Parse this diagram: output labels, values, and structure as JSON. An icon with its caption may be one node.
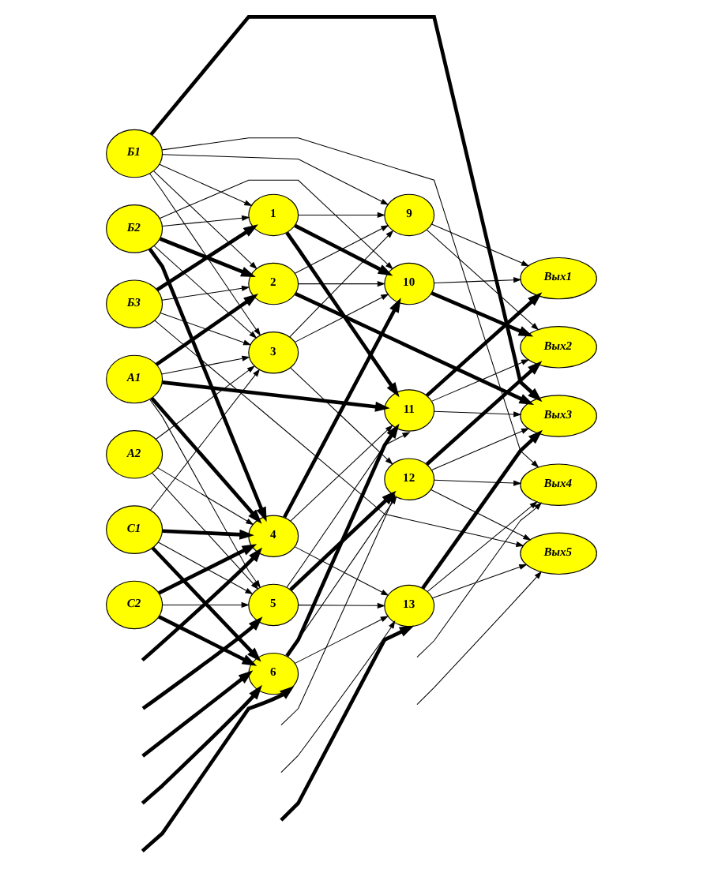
{
  "diagram": {
    "nodes": [
      {
        "text": [
          "Б1"
        ]
      },
      {
        "text": [
          "Б2"
        ]
      },
      {
        "text": [
          "Б3"
        ]
      },
      {
        "text": [
          "А1"
        ]
      },
      {
        "text": [
          "А2"
        ]
      },
      {
        "text": [
          "С1"
        ]
      },
      {
        "text": [
          "С2"
        ]
      },
      {
        "text": [
          "1"
        ]
      },
      {
        "text": [
          "2"
        ]
      },
      {
        "text": [
          "3"
        ]
      },
      {
        "text": [
          "4"
        ]
      },
      {
        "text": [
          "5"
        ]
      },
      {
        "text": [
          "6"
        ]
      },
      {
        "text": [
          "9"
        ]
      },
      {
        "text": [
          "10"
        ]
      },
      {
        "text": [
          "11"
        ]
      },
      {
        "text": [
          "12"
        ]
      },
      {
        "text": [
          "13"
        ]
      },
      {
        "text": [
          "Вых1"
        ]
      },
      {
        "text": [
          "Вых2"
        ]
      },
      {
        "text": [
          "Вых3"
        ]
      },
      {
        "text": [
          "Вых4"
        ]
      },
      {
        "text": [
          "Вых5"
        ]
      }
    ],
    "edges": [
      {
        "from": 0,
        "to": 7,
        "arrow": "to"
      },
      {
        "from": 0,
        "to": 8,
        "arrow": "to"
      },
      {
        "from": 0,
        "to": 9,
        "arrow": "to"
      },
      {
        "from": 0,
        "to": 13,
        "arrow": "to"
      },
      {
        "from": 0,
        "to": 20,
        "arrow": "to",
        "style": "thick"
      },
      {
        "from": 0,
        "to": 21,
        "arrow": "to"
      },
      {
        "from": 1,
        "to": 7,
        "arrow": "to"
      },
      {
        "from": 1,
        "to": 8,
        "arrow": "to",
        "style": "thick"
      },
      {
        "from": 1,
        "to": 9,
        "arrow": "to"
      },
      {
        "from": 1,
        "to": 10,
        "arrow": "to",
        "style": "thick"
      },
      {
        "from": 1,
        "to": 14,
        "arrow": "to"
      },
      {
        "from": 2,
        "to": 7,
        "arrow": "to",
        "style": "thick"
      },
      {
        "from": 2,
        "to": 8,
        "arrow": "to"
      },
      {
        "from": 2,
        "to": 9,
        "arrow": "to"
      },
      {
        "from": 2,
        "to": 22,
        "arrow": "to"
      },
      {
        "from": 3,
        "to": 8,
        "arrow": "to",
        "style": "thick"
      },
      {
        "from": 3,
        "to": 9,
        "arrow": "to"
      },
      {
        "from": 3,
        "to": 10,
        "arrow": "to",
        "style": "thick"
      },
      {
        "from": 3,
        "to": 11,
        "arrow": "to"
      },
      {
        "from": 3,
        "to": 15,
        "arrow": "to",
        "style": "thick"
      },
      {
        "from": 4,
        "to": 9,
        "arrow": "to"
      },
      {
        "from": 4,
        "to": 10,
        "arrow": "to"
      },
      {
        "from": 4,
        "to": 11,
        "arrow": "to"
      },
      {
        "from": 5,
        "to": 9,
        "arrow": "to"
      },
      {
        "from": 5,
        "to": 10,
        "arrow": "to",
        "style": "thick"
      },
      {
        "from": 5,
        "to": 11,
        "arrow": "to"
      },
      {
        "from": 5,
        "to": 12,
        "arrow": "to",
        "style": "thick"
      },
      {
        "from": 6,
        "to": 10,
        "arrow": "to",
        "style": "thick"
      },
      {
        "from": 6,
        "to": 11,
        "arrow": "to"
      },
      {
        "from": 6,
        "to": 12,
        "arrow": "to",
        "style": "thick"
      },
      {
        "from": null,
        "to": 10,
        "arrow": "to",
        "style": "thick"
      },
      {
        "from": null,
        "to": 11,
        "arrow": "to",
        "style": "thick"
      },
      {
        "from": null,
        "to": 12,
        "arrow": "to",
        "style": "thick"
      },
      {
        "from": null,
        "to": 12,
        "arrow": "to",
        "style": "thick"
      },
      {
        "from": null,
        "to": 12,
        "arrow": "to",
        "style": "thick"
      },
      {
        "from": 7,
        "to": 13,
        "arrow": "to"
      },
      {
        "from": 7,
        "to": 14,
        "arrow": "to",
        "style": "thick"
      },
      {
        "from": 7,
        "to": 15,
        "arrow": "to",
        "style": "thick"
      },
      {
        "from": 8,
        "to": 13,
        "arrow": "to"
      },
      {
        "from": 8,
        "to": 14,
        "arrow": "to"
      },
      {
        "from": 8,
        "to": 20,
        "arrow": "to",
        "style": "thick"
      },
      {
        "from": 9,
        "to": 13,
        "arrow": "to"
      },
      {
        "from": 9,
        "to": 14,
        "arrow": "to"
      },
      {
        "from": 9,
        "to": 16,
        "arrow": "to"
      },
      {
        "from": 10,
        "to": 14,
        "arrow": "to",
        "style": "thick"
      },
      {
        "from": 10,
        "to": 15,
        "arrow": "to"
      },
      {
        "from": 10,
        "to": 17,
        "arrow": "to"
      },
      {
        "from": 11,
        "to": 15,
        "arrow": "to"
      },
      {
        "from": 11,
        "to": 16,
        "arrow": "to",
        "style": "thick"
      },
      {
        "from": 11,
        "to": 17,
        "arrow": "to"
      },
      {
        "from": 12,
        "to": 15,
        "arrow": "to",
        "style": "thick"
      },
      {
        "from": 12,
        "to": 16,
        "arrow": "to"
      },
      {
        "from": 12,
        "to": 17,
        "arrow": "to"
      },
      {
        "from": null,
        "to": 16,
        "arrow": "to"
      },
      {
        "from": null,
        "to": 17,
        "arrow": "to",
        "style": "thick"
      },
      {
        "from": null,
        "to": 17,
        "arrow": "to"
      },
      {
        "from": 13,
        "to": 18,
        "arrow": "to"
      },
      {
        "from": 13,
        "to": 19,
        "arrow": "to"
      },
      {
        "from": 14,
        "to": 18,
        "arrow": "to"
      },
      {
        "from": 14,
        "to": 19,
        "arrow": "to",
        "style": "thick"
      },
      {
        "from": 15,
        "to": 18,
        "arrow": "to",
        "style": "thick"
      },
      {
        "from": 15,
        "to": 19,
        "arrow": "to"
      },
      {
        "from": 15,
        "to": 20,
        "arrow": "to"
      },
      {
        "from": 16,
        "to": 19,
        "arrow": "to",
        "style": "thick"
      },
      {
        "from": 16,
        "to": 20,
        "arrow": "to"
      },
      {
        "from": 16,
        "to": 21,
        "arrow": "to"
      },
      {
        "from": 16,
        "to": 22,
        "arrow": "to"
      },
      {
        "from": 17,
        "to": 20,
        "arrow": "to",
        "style": "thick"
      },
      {
        "from": 17,
        "to": 21,
        "arrow": "to"
      },
      {
        "from": 17,
        "to": 22,
        "arrow": "to"
      },
      {
        "from": null,
        "to": 21,
        "arrow": "to"
      },
      {
        "from": null,
        "to": 22,
        "arrow": "to"
      }
    ]
  }
}
